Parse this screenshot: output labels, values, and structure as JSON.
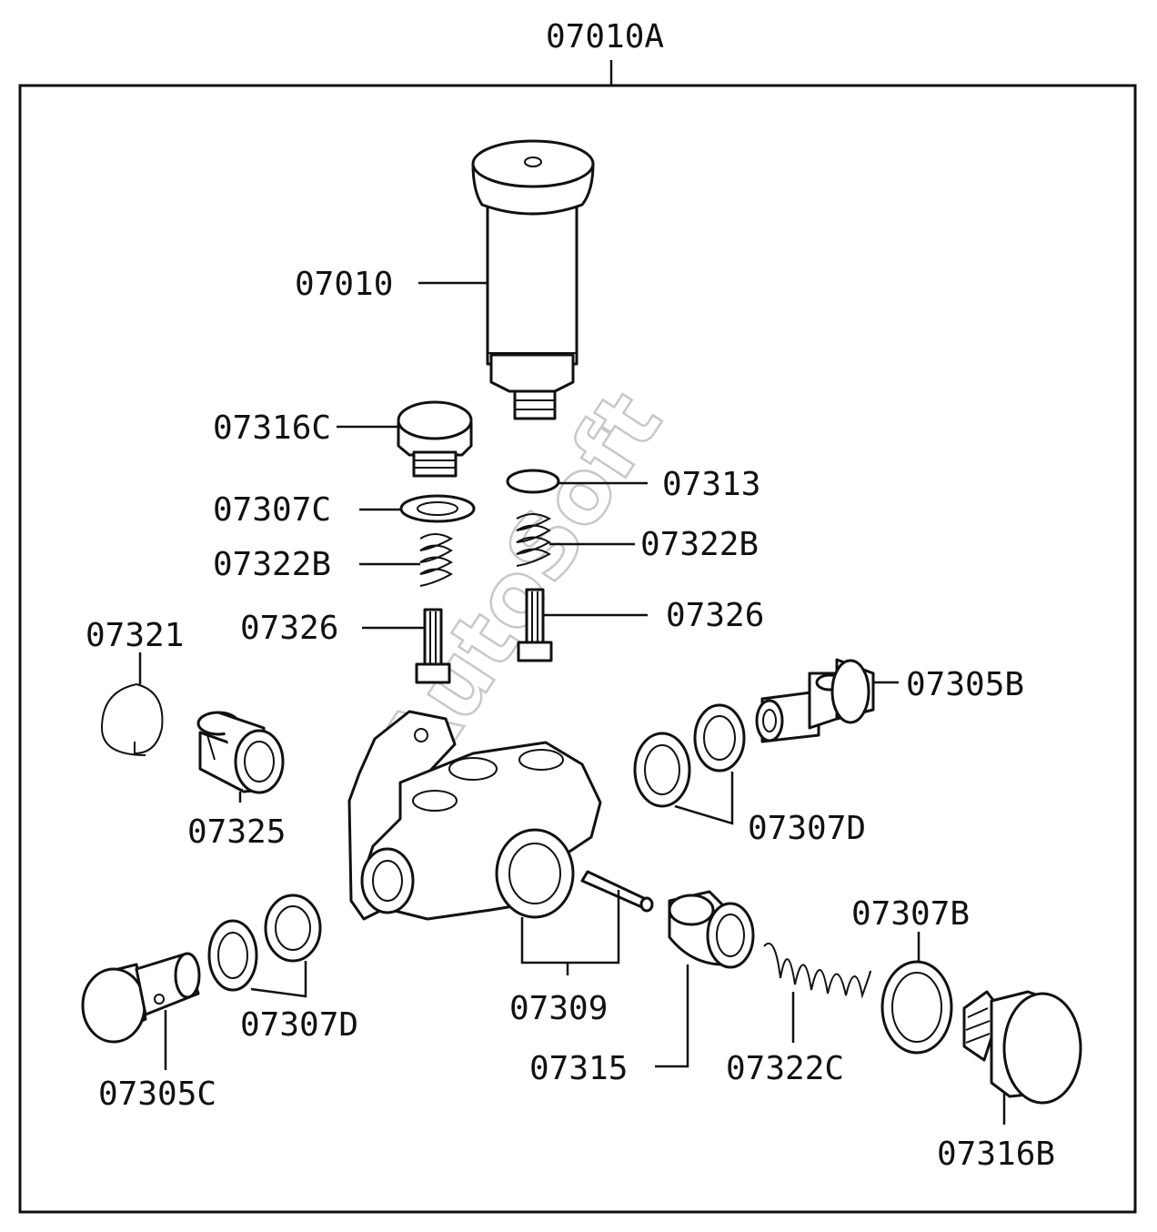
{
  "watermark": "AutoSoft",
  "labels": {
    "assembly": "07010A",
    "priming_pump": "07010",
    "plug_top": "07316C",
    "gasket_top": "07307C",
    "spring_left": "07322B",
    "valve_left": "07326",
    "ring_07313": "07313",
    "spring_right": "07322B",
    "valve_right": "07326",
    "snap_ring": "07321",
    "strainer": "07325",
    "eye_bolt_right": "07305B",
    "gaskets_right": "07307D",
    "body": "07309",
    "gaskets_left": "07307D",
    "eye_bolt_left": "07305C",
    "piston": "07315",
    "spring_bottom": "07322C",
    "gasket_bottom": "07307B",
    "plug_bottom": "07316B"
  }
}
